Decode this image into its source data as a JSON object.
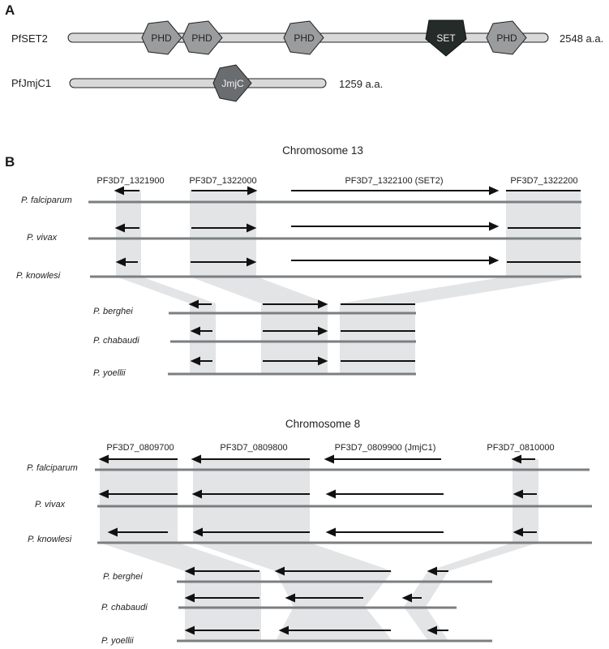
{
  "panelA": {
    "letter": "A",
    "proteins": [
      {
        "name": "PfSET2",
        "length_label": "2548 a.a.",
        "domains": [
          {
            "label": "PHD",
            "kind": "PHD"
          },
          {
            "label": "PHD",
            "kind": "PHD"
          },
          {
            "label": "PHD",
            "kind": "PHD"
          },
          {
            "label": "SET",
            "kind": "SET"
          },
          {
            "label": "PHD",
            "kind": "PHD"
          }
        ]
      },
      {
        "name": "PfJmjC1",
        "length_label": "1259 a.a.",
        "domains": [
          {
            "label": "JmjC",
            "kind": "JmjC"
          }
        ]
      }
    ],
    "colors": {
      "bar": "#d9d9d9",
      "bar_stroke": "#222222",
      "PHD": "#9a9c9e",
      "SET": "#252b29",
      "JmjC": "#6a6d70"
    }
  },
  "panelB": {
    "letter": "B",
    "colors": {
      "chromosome": "#7b7f82",
      "arrow": "#111111",
      "shade": "#e3e4e6"
    },
    "chromosome13": {
      "title": "Chromosome 13",
      "genes": [
        "PF3D7_1321900",
        "PF3D7_1322000",
        "PF3D7_1322100 (SET2)",
        "PF3D7_1322200"
      ],
      "species_top": [
        "P. falciparum",
        "P. vivax",
        "P. knowlesi"
      ],
      "species_bottom": [
        "P. berghei",
        "P. chabaudi",
        "P. yoellii"
      ]
    },
    "chromosome8": {
      "title": "Chromosome 8",
      "genes": [
        "PF3D7_0809700",
        "PF3D7_0809800",
        "PF3D7_0809900 (JmjC1)",
        "PF3D7_0810000"
      ],
      "species_top": [
        "P. falciparum",
        "P. vivax",
        "P. knowlesi"
      ],
      "species_bottom": [
        "P. berghei",
        "P. chabaudi",
        "P. yoellii"
      ]
    }
  }
}
